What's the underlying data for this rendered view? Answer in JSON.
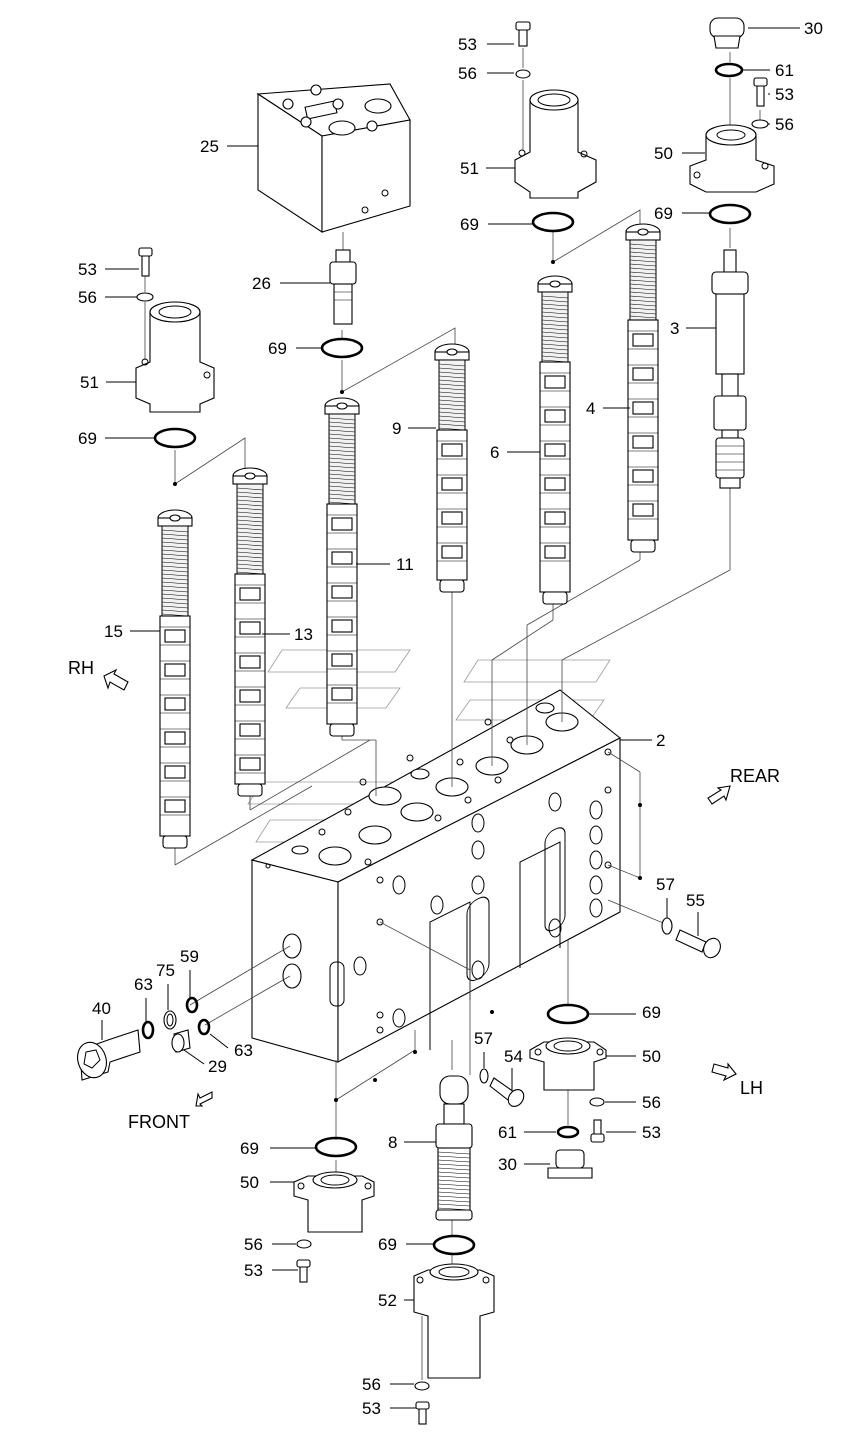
{
  "labels": {
    "l30a": "30",
    "l53a": "53",
    "l61a": "61",
    "l53b": "53",
    "l56a": "56",
    "l56b": "56",
    "l50a": "50",
    "l51a": "51",
    "l25": "25",
    "l69a": "69",
    "l69b": "69",
    "l53c": "53",
    "l56c": "56",
    "l26": "26",
    "l3": "3",
    "l69c": "69",
    "l51b": "51",
    "l4": "4",
    "l9": "9",
    "l69d": "69",
    "l6": "6",
    "l11": "11",
    "l15": "15",
    "l13": "13",
    "l2": "2",
    "l57a": "57",
    "l55": "55",
    "l59": "59",
    "l75": "75",
    "l63a": "63",
    "l40": "40",
    "l63b": "63",
    "l29": "29",
    "l69e": "69",
    "l50b": "50",
    "l57b": "57",
    "l54": "54",
    "l56d": "56",
    "l61b": "61",
    "l53d": "53",
    "l30b": "30",
    "l8": "8",
    "l69f": "69",
    "l50c": "50",
    "l56e": "56",
    "l53e": "53",
    "l69g": "69",
    "l52": "52",
    "l56f": "56",
    "l53f": "53"
  },
  "directions": {
    "rh": "RH",
    "rear": "REAR",
    "lh": "LH",
    "front": "FRONT"
  }
}
